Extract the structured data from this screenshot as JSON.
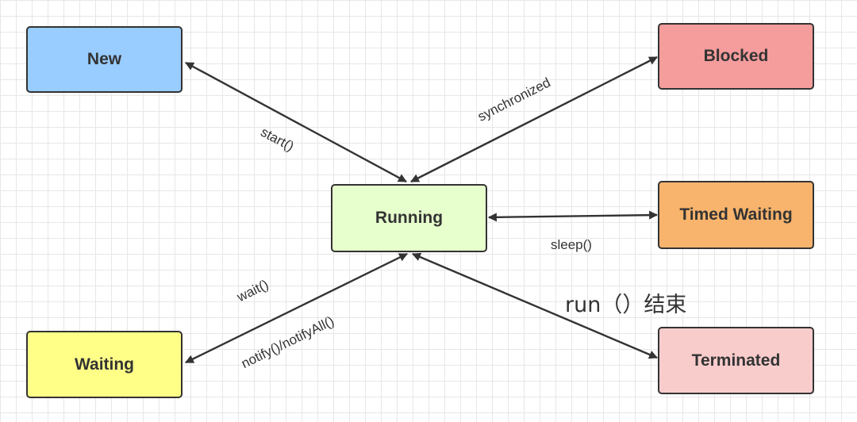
{
  "states": {
    "new": {
      "label": "New",
      "color": "#99ccff"
    },
    "blocked": {
      "label": "Blocked",
      "color": "#f59c9c"
    },
    "running": {
      "label": "Running",
      "color": "#e6ffcc"
    },
    "timed_waiting": {
      "label": "Timed Waiting",
      "color": "#f8b46c"
    },
    "waiting": {
      "label": "Waiting",
      "color": "#ffff88"
    },
    "terminated": {
      "label": "Terminated",
      "color": "#f9cccc"
    }
  },
  "edges": {
    "start": "start()",
    "synchronized": "synchronized",
    "sleep": "sleep()",
    "wait": "wait()",
    "notify": "notify()/notifyAll()",
    "run_end": "run（）结束"
  }
}
